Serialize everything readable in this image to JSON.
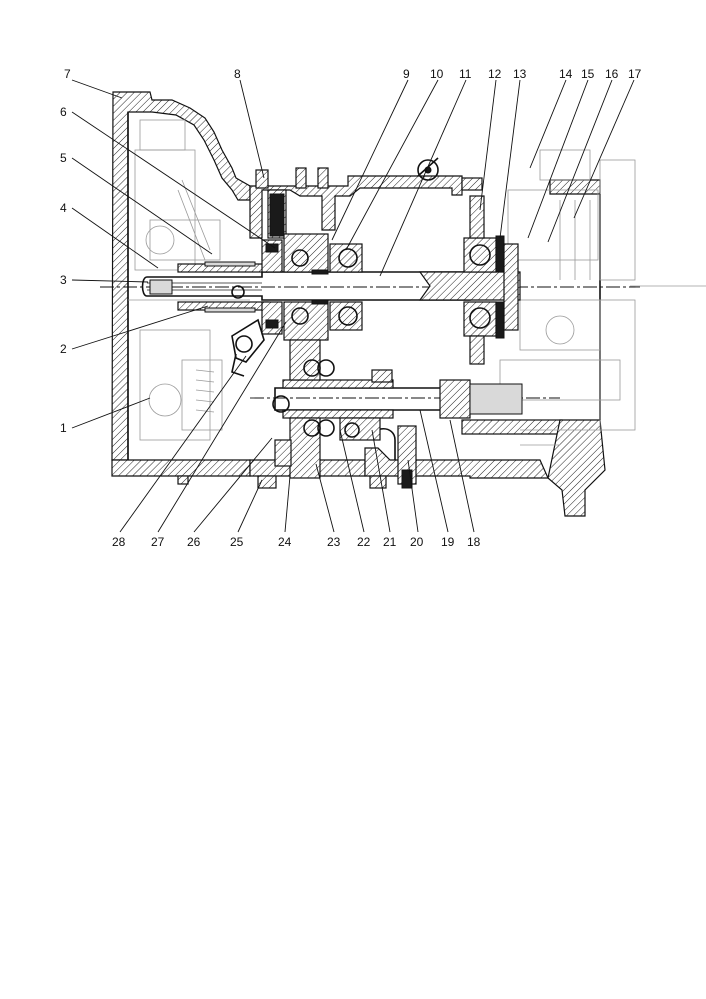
{
  "figure": {
    "callouts": [
      {
        "n": "1"
      },
      {
        "n": "2"
      },
      {
        "n": "3"
      },
      {
        "n": "4"
      },
      {
        "n": "5"
      },
      {
        "n": "6"
      },
      {
        "n": "7"
      },
      {
        "n": "8"
      },
      {
        "n": "9"
      },
      {
        "n": "10"
      },
      {
        "n": "11"
      },
      {
        "n": "12"
      },
      {
        "n": "13"
      },
      {
        "n": "14"
      },
      {
        "n": "15"
      },
      {
        "n": "16"
      },
      {
        "n": "17"
      },
      {
        "n": "18"
      },
      {
        "n": "19"
      },
      {
        "n": "20"
      },
      {
        "n": "21"
      },
      {
        "n": "22"
      },
      {
        "n": "23"
      },
      {
        "n": "24"
      },
      {
        "n": "25"
      },
      {
        "n": "26"
      },
      {
        "n": "27"
      },
      {
        "n": "28"
      }
    ]
  }
}
